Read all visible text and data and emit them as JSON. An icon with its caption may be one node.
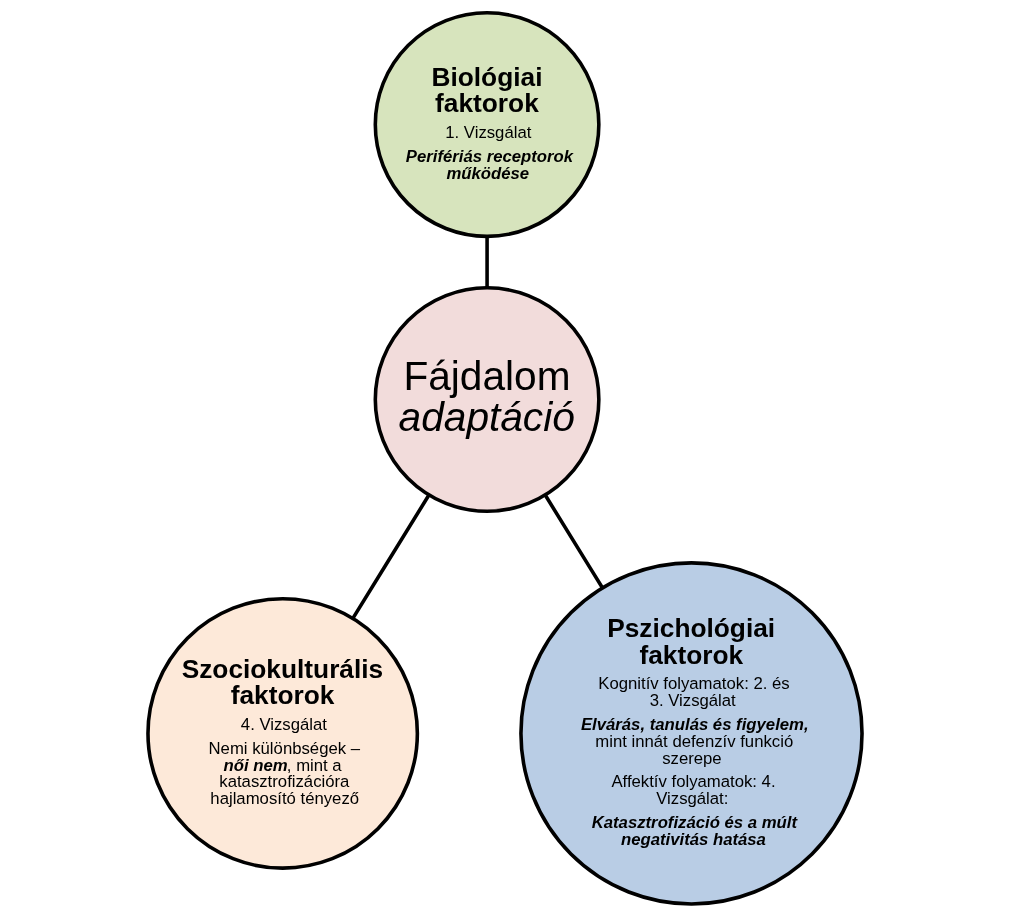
{
  "diagram": {
    "nodes": [
      {
        "text": [
          "Biológiai faktorok",
          "1. Vizsgálat",
          "Perifériás receptorok működése"
        ]
      },
      {
        "text": [
          "Fájdalom *adaptáció*"
        ]
      },
      {
        "text": [
          "Szociokulturális faktorok",
          "4. Vizsgálat",
          "Nemi különbségek – női nem, mint a katasztrofizációra hajlamosító tényező"
        ]
      },
      {
        "text": [
          "Pszichológiai faktorok",
          "Kognitív folyamatok: 2. és 3. Vizsgálat",
          "Elvárás, tanulás és figyelem, mint innát defenzív funkció szerepe",
          "Affektív folyamatok: 4. Vizsgálat:",
          "Katasztrofizáció és a múlt negativitás hatása"
        ]
      }
    ],
    "edges": [
      {
        "from": 1,
        "to": 0,
        "arrow": "none"
      },
      {
        "from": 1,
        "to": 2,
        "arrow": "none"
      },
      {
        "from": 1,
        "to": 3,
        "arrow": "none"
      }
    ]
  }
}
